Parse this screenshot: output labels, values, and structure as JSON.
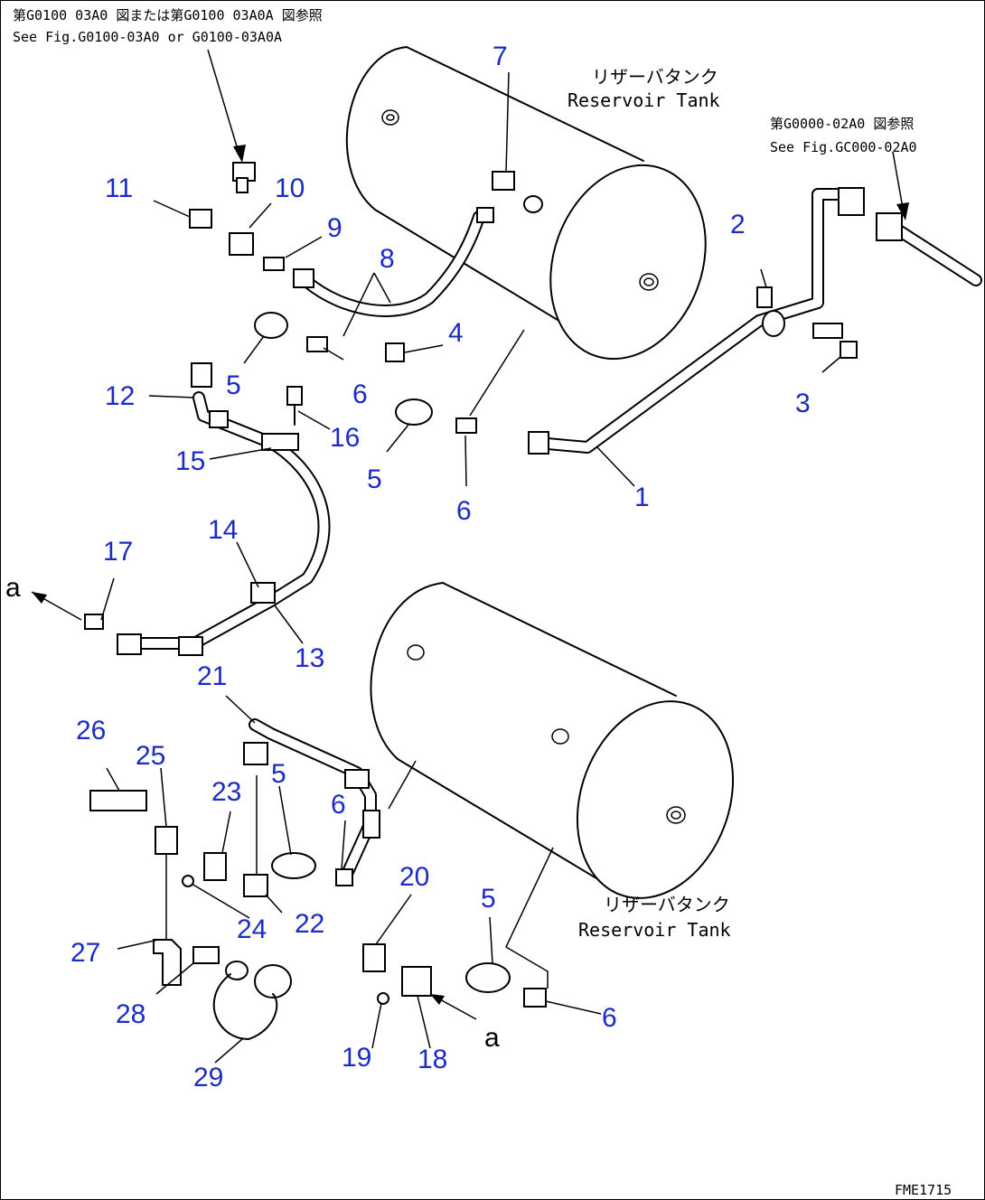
{
  "notes": {
    "top_ref_ja": "第G0100 03A0 図または第G0100 03A0A 図参照",
    "top_ref_en": "See Fig.G0100-03A0 or G0100-03A0A",
    "right_ref_ja": "第G0000-02A0 図参照",
    "right_ref_en": "See Fig.GC000-02A0"
  },
  "tanks": {
    "upper_ja": "リザーバタンク",
    "upper_en": "Reservoir Tank",
    "lower_ja": "リザーバタンク",
    "lower_en": "Reservoir Tank"
  },
  "connection_marks": {
    "left": "a",
    "right": "a"
  },
  "drawing_code": "FME1715",
  "callouts": [
    "1",
    "2",
    "3",
    "4",
    "5",
    "5",
    "5",
    "5",
    "6",
    "6",
    "6",
    "6",
    "7",
    "8",
    "9",
    "10",
    "11",
    "12",
    "13",
    "14",
    "15",
    "16",
    "17",
    "18",
    "19",
    "20",
    "21",
    "22",
    "23",
    "24",
    "25",
    "26",
    "27",
    "28",
    "29"
  ],
  "colors": {
    "callout": "#1a2bc8",
    "line": "#000000",
    "background": "#ffffff"
  }
}
